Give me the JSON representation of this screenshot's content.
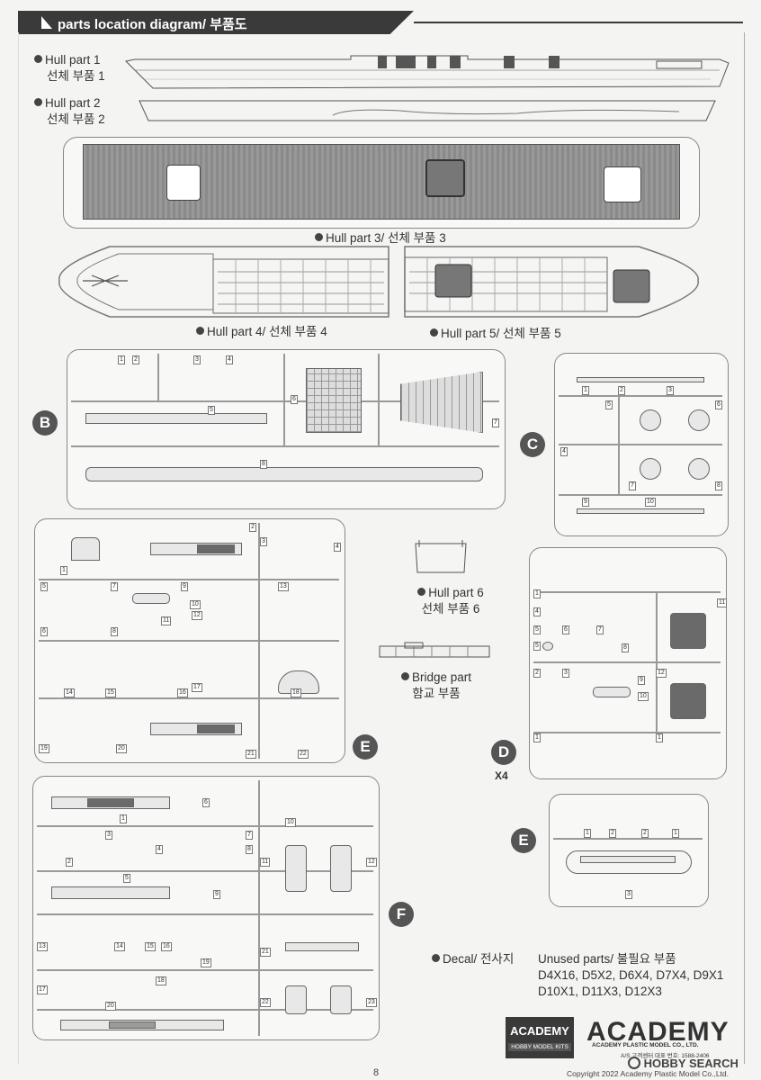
{
  "header": {
    "title": "parts location diagram/ 부품도"
  },
  "hull1": {
    "label_en": "Hull part 1",
    "label_ko": "선체 부품 1"
  },
  "hull2": {
    "label_en": "Hull part 2",
    "label_ko": "선체 부품 2"
  },
  "hull3": {
    "label": "Hull part 3/ 선체 부품 3"
  },
  "hull4": {
    "label": "Hull part 4/ 선체 부품 4"
  },
  "hull5": {
    "label": "Hull part 5/ 선체 부품 5"
  },
  "hull6": {
    "label_en": "Hull part 6",
    "label_ko": "선체 부품 6"
  },
  "bridge": {
    "label_en": "Bridge part",
    "label_ko": "함교 부품"
  },
  "sprues": {
    "B": "B",
    "C": "C",
    "D": "D",
    "D_qty": "X4",
    "E_small": "E",
    "E": "E",
    "F": "F"
  },
  "decal": {
    "label": "Decal/ 전사지"
  },
  "unused": {
    "title": "Unused parts/ 불필요 부품",
    "line1": "D4X16, D5X2, D6X4, D7X4, D9X1",
    "line2": "D10X1, D11X3, D12X3"
  },
  "brand": {
    "badge_top": "ACADEMY",
    "badge_bottom": "HOBBY MODEL KITS",
    "logo": "ACADEMY",
    "company": "ACADEMY PLASTIC MODEL CO., LTD.",
    "service": "A/S 고객센터 대표 번호: 1588-2406",
    "copyright": "Copyright 2022 Academy Plastic Model Co.,Ltd."
  },
  "watermark": "HOBBY SEARCH",
  "page_number": "8"
}
